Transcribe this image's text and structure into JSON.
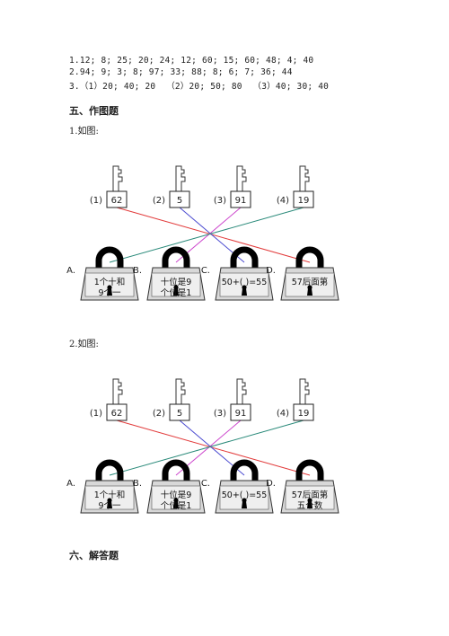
{
  "answers": {
    "line1": "1.12; 8; 25; 20; 24; 12; 60; 15; 60; 48; 4; 40",
    "line2": "2.94; 9; 3; 8; 97; 33; 88; 8; 6; 7; 36; 44",
    "line3": "3.（1）20; 40; 20  （2）20; 50; 80  （3）40; 30; 40"
  },
  "section5": {
    "title": "五、作图题"
  },
  "q1": {
    "label": "1.如图:"
  },
  "q2": {
    "label": "2.如图:"
  },
  "section6": {
    "title": "六、解答题"
  },
  "figure1": {
    "keys": [
      {
        "num": "(1)",
        "value": "62"
      },
      {
        "num": "(2)",
        "value": "5"
      },
      {
        "num": "(3)",
        "value": "91"
      },
      {
        "num": "(4)",
        "value": "19"
      }
    ],
    "locks": [
      {
        "label": "A.",
        "line1": "1个十和",
        "line2": "9个一"
      },
      {
        "label": "B.",
        "line1": "十位是9",
        "line2": "个位是1"
      },
      {
        "label": "C.",
        "line1": "50+(  )=55",
        "line2": ""
      },
      {
        "label": "D.",
        "line1": "57后面第",
        "line2": ""
      }
    ],
    "connections": [
      {
        "from_key": 0,
        "to_lock": 3,
        "color": "#e23b3b"
      },
      {
        "from_key": 1,
        "to_lock": 2,
        "color": "#4a4ad0"
      },
      {
        "from_key": 2,
        "to_lock": 1,
        "color": "#cc44cc"
      },
      {
        "from_key": 3,
        "to_lock": 0,
        "color": "#2a8a7a"
      }
    ]
  },
  "figure2": {
    "keys": [
      {
        "num": "(1)",
        "value": "62"
      },
      {
        "num": "(2)",
        "value": "5"
      },
      {
        "num": "(3)",
        "value": "91"
      },
      {
        "num": "(4)",
        "value": "19"
      }
    ],
    "locks": [
      {
        "label": "A.",
        "line1": "1个十和",
        "line2": "9个一"
      },
      {
        "label": "B.",
        "line1": "十位是9",
        "line2": "个位是1"
      },
      {
        "label": "C.",
        "line1": "50+(  )=55",
        "line2": ""
      },
      {
        "label": "D.",
        "line1": "57后面第",
        "line2": "五个数"
      }
    ],
    "connections": [
      {
        "from_key": 0,
        "to_lock": 3,
        "color": "#e23b3b"
      },
      {
        "from_key": 1,
        "to_lock": 2,
        "color": "#4a4ad0"
      },
      {
        "from_key": 2,
        "to_lock": 1,
        "color": "#cc44cc"
      },
      {
        "from_key": 3,
        "to_lock": 0,
        "color": "#2a8a7a"
      }
    ]
  }
}
